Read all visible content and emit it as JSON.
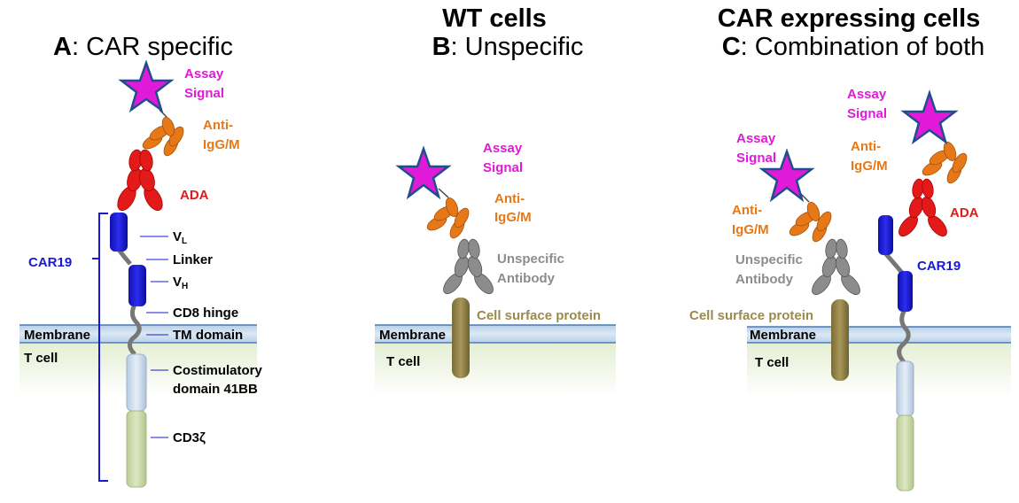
{
  "panel_a": {
    "title_letter": "A",
    "title_rest": ": CAR specific",
    "assay_line1": "Assay",
    "assay_line2": "Signal",
    "anti_line1": "Anti-",
    "anti_line2": "IgG/M",
    "ada": "ADA",
    "car19": "CAR19",
    "vl": "V",
    "vl_sub": "L",
    "linker": "Linker",
    "vh": "V",
    "vh_sub": "H",
    "hinge": "CD8 hinge",
    "tm": "TM domain",
    "costim_line1": "Costimulatory",
    "costim_line2": "domain 41BB",
    "cd3z": "CD3ζ",
    "membrane": "Membrane",
    "tcell": "T cell"
  },
  "panel_b": {
    "header": "WT cells",
    "title_letter": "B",
    "title_rest": ": Unspecific",
    "assay_line1": "Assay",
    "assay_line2": "Signal",
    "anti_line1": "Anti-",
    "anti_line2": "IgG/M",
    "unspec_line1": "Unspecific",
    "unspec_line2": "Antibody",
    "surface": "Cell surface protein",
    "membrane": "Membrane",
    "tcell": "T cell"
  },
  "panel_c": {
    "header": "CAR expressing cells",
    "title_letter": "C",
    "title_rest": ": Combination of both",
    "assay1_line1": "Assay",
    "assay1_line2": "Signal",
    "anti1_line1": "Anti-",
    "anti1_line2": "IgG/M",
    "unspec_line1": "Unspecific",
    "unspec_line2": "Antibody",
    "surface": "Cell surface protein",
    "assay2_line1": "Assay",
    "assay2_line2": "Signal",
    "anti2_line1": "Anti-",
    "anti2_line2": "IgG/M",
    "ada": "ADA",
    "car19": "CAR19",
    "membrane": "Membrane",
    "tcell": "T cell"
  },
  "colors": {
    "magenta": "#e01ad8",
    "orange": "#e67817",
    "red": "#e31a1a",
    "blue": "#1818d4",
    "grey": "#8c8c8c",
    "olive": "#9b8a4c",
    "membrane": "#c9dcef",
    "cytoplasm": "#eaf2dc"
  }
}
